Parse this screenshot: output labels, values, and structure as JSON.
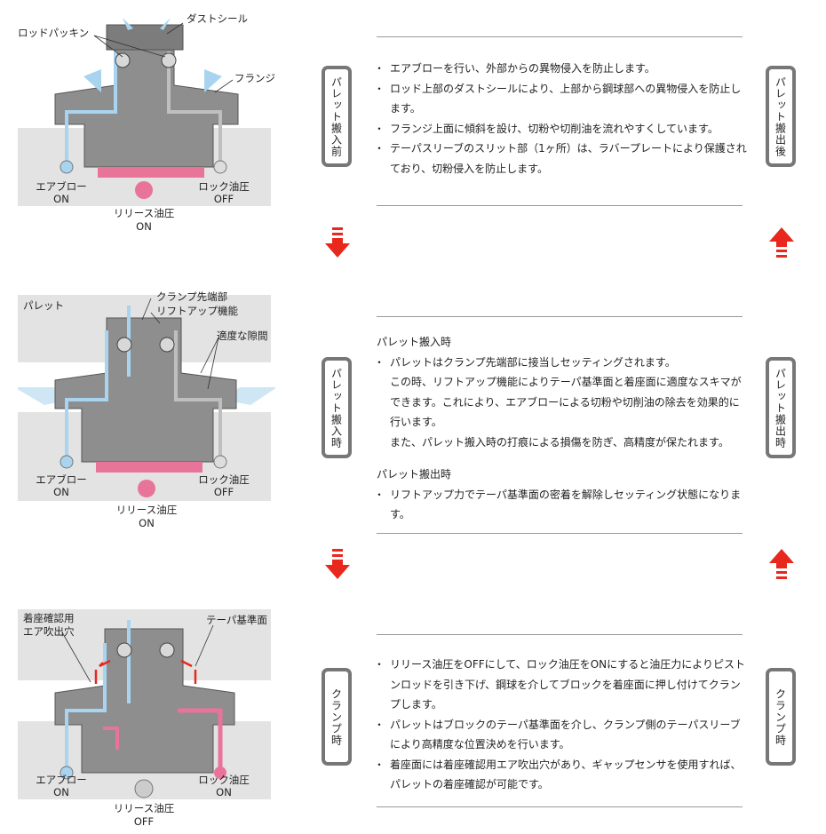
{
  "panels": [
    {
      "tag_left": "パレット搬入前",
      "tag_right": "パレット搬出後",
      "labels": {
        "rod_packing": "ロッドパッキン",
        "dust_seal": "ダストシール",
        "flange_slope": "フランジ傾斜面",
        "air_blow": "エアブロー",
        "air_state": "ON",
        "lock": "ロック油圧",
        "lock_state": "OFF",
        "release": "リリース油圧",
        "release_state": "ON"
      },
      "bullets": [
        "エアブローを行い、外部からの異物侵入を防止します。",
        "ロッド上部のダストシールにより、上部から鋼球部への異物侵入を防止します。",
        "フランジ上面に傾斜を設け、切粉や切削油を流れやすくしています。",
        "テーパスリーブのスリット部（1ヶ所）は、ラバープレートにより保護されており、切粉侵入を防止します。"
      ]
    },
    {
      "tag_left": "パレット搬入時",
      "tag_right": "パレット搬出時",
      "labels": {
        "pallet": "パレット",
        "clamp_tip": "クランプ先端部",
        "lift_up": "リフトアップ機能",
        "gap": "適度な隙間",
        "air_blow": "エアブロー",
        "air_state": "ON",
        "lock": "ロック油圧",
        "lock_state": "OFF",
        "release": "リリース油圧",
        "release_state": "ON"
      },
      "heading1": "パレット搬入時",
      "bullets1": [
        "パレットはクランプ先端部に接当しセッティングされます。",
        "この時、リフトアップ機能によりテーパ基準面と着座面に適度なスキマができます。これにより、エアブローによる切粉や切削油の除去を効果的に行います。",
        "また、パレット搬入時の打痕による損傷を防ぎ、高精度が保たれます。"
      ],
      "heading2": "パレット搬出時",
      "bullets2": [
        "リフトアップ力でテーパ基準面の密着を解除しセッティング状態になります。"
      ]
    },
    {
      "tag_left": "クランプ時",
      "tag_right": "クランプ時",
      "labels": {
        "seat_check_1": "着座確認用",
        "seat_check_2": "エア吹出穴",
        "taper_ref": "テーパ基準面",
        "air_blow": "エアブロー",
        "air_state": "ON",
        "lock": "ロック油圧",
        "lock_state": "ON",
        "release": "リリース油圧",
        "release_state": "OFF"
      },
      "bullets": [
        "リリース油圧をOFFにして、ロック油圧をONにすると油圧力によりピストンロッドを引き下げ、鋼球を介してブロックを着座面に押し付けてクランプします。",
        "パレットはブロックのテーパ基準面を介し、クランプ側のテーパスリーブにより高精度な位置決めを行います。",
        "着座面には着座確認用エア吹出穴があり、ギャップセンサを使用すれば、パレットの着座確認が可能です。"
      ]
    }
  ],
  "colors": {
    "air": "#a9d4ef",
    "oil": "#e8749a",
    "arrow": "#e8271d",
    "body": "#8e8e8e"
  }
}
